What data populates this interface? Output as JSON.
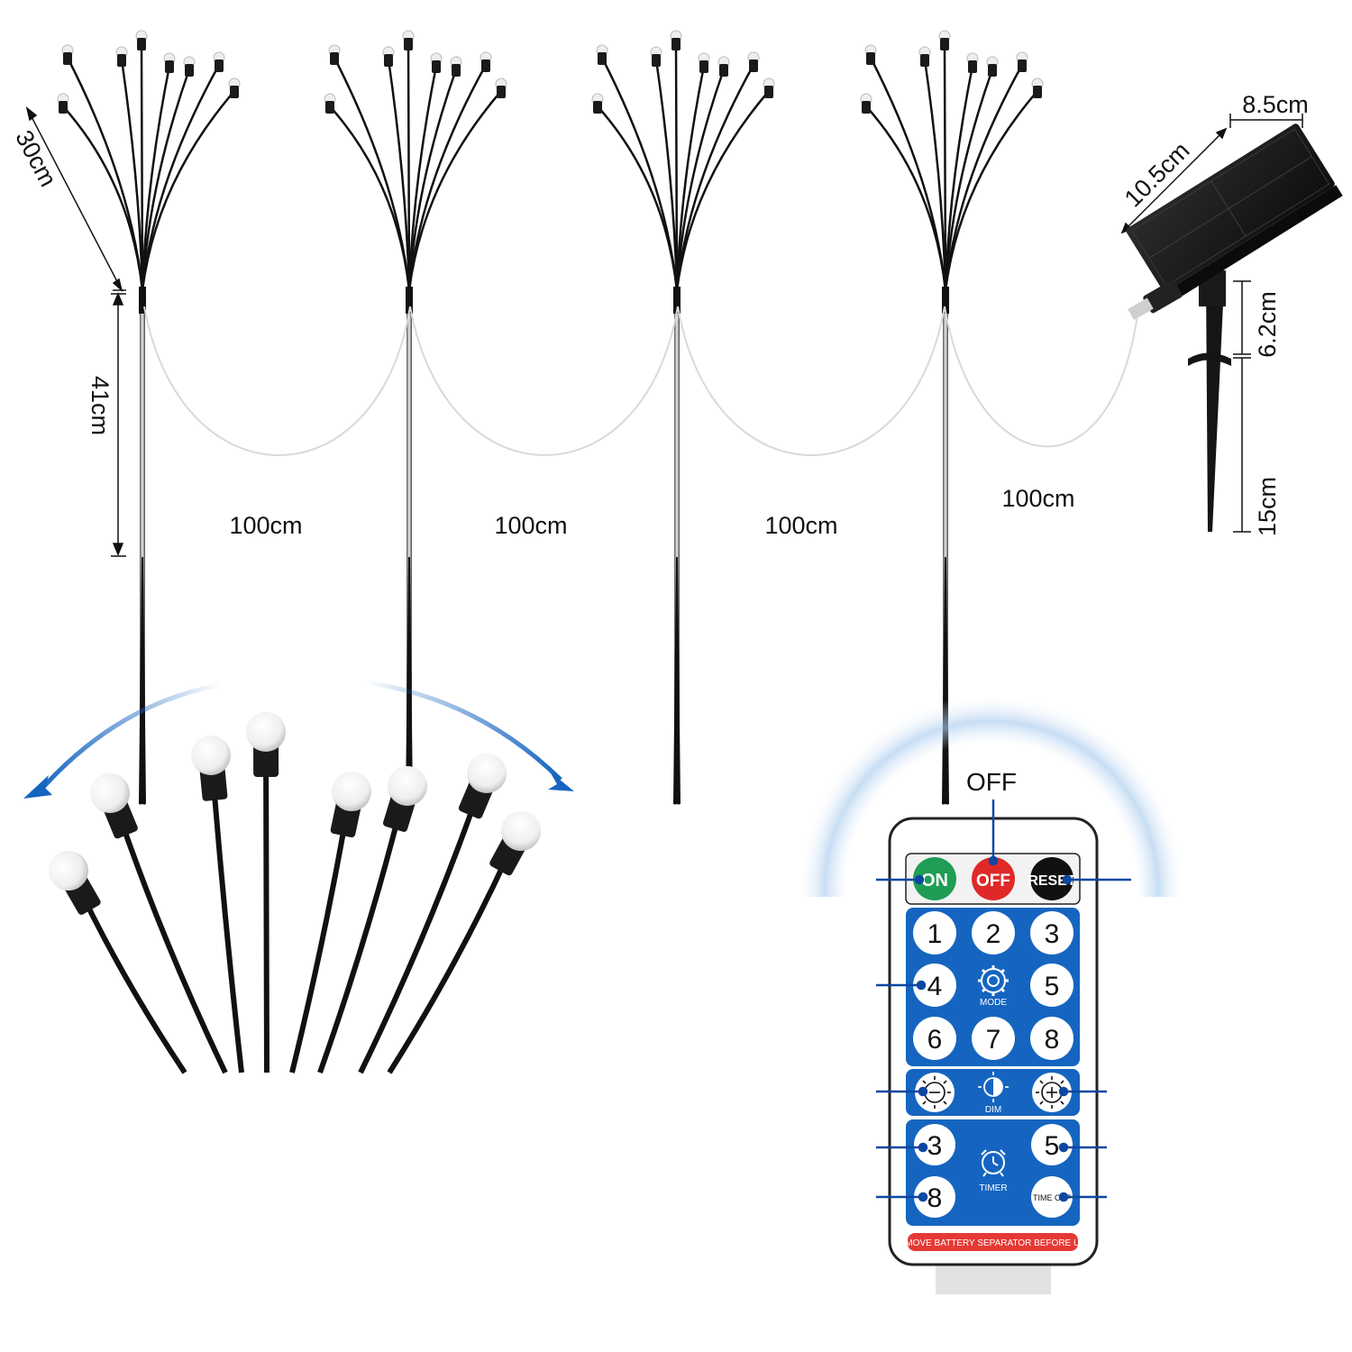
{
  "dimensions": {
    "branch_length": "30cm",
    "stake_height": "41cm",
    "cable_1": "100cm",
    "cable_2": "100cm",
    "cable_3": "100cm",
    "cable_4": "100cm",
    "panel_width": "8.5cm",
    "panel_length": "10.5cm",
    "mount_height": "6.2cm",
    "spike_height": "15cm"
  },
  "remote": {
    "callout_off": "OFF",
    "on": "ON",
    "off": "OFF",
    "reset": "RESET",
    "modes": [
      "1",
      "2",
      "3",
      "4",
      "5",
      "6",
      "7",
      "8"
    ],
    "mode_label": "MODE",
    "dim_label": "DIM",
    "timer_buttons": [
      "3",
      "5",
      "8"
    ],
    "timer_label": "TIMER",
    "time_off": "TIME OFF",
    "warning": "REMOVE BATTERY SEPARATOR BEFORE USE"
  },
  "colors": {
    "remote_blue": "#1565c0",
    "on_green": "#1f9d55",
    "off_red": "#e02828",
    "reset_black": "#111111",
    "warning_red": "#e53935",
    "callout_blue": "#0d47a1"
  }
}
